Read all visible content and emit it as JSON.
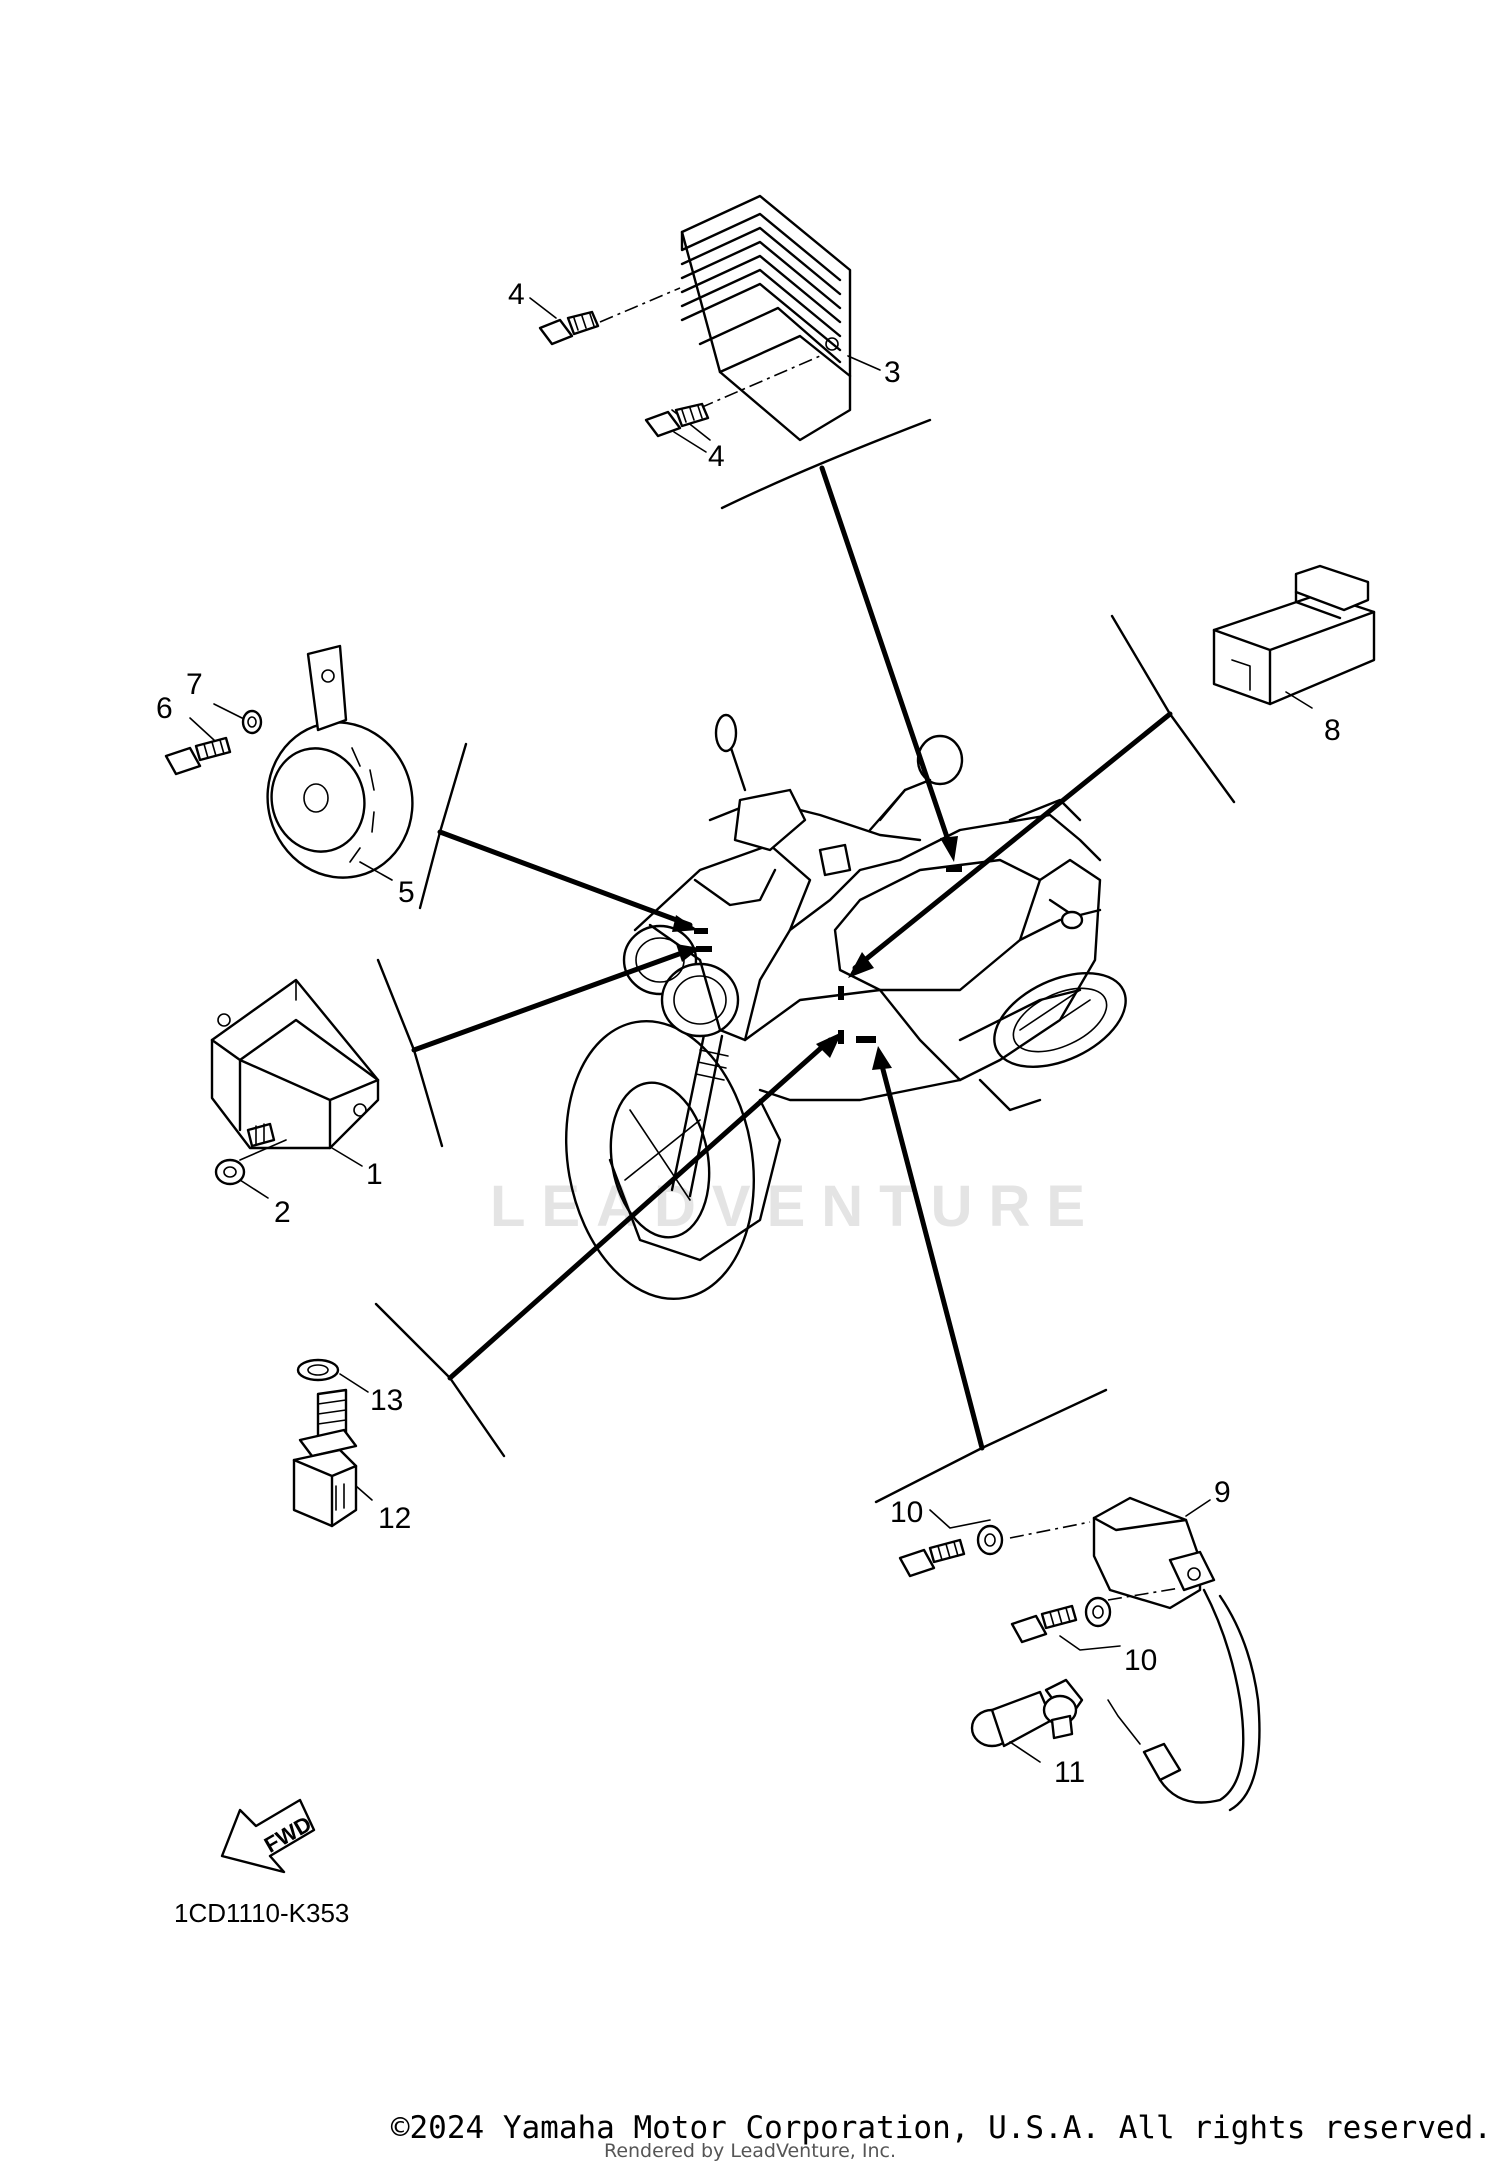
{
  "diagram": {
    "part_labels": {
      "p1": "1",
      "p2": "2",
      "p3": "3",
      "p4a": "4",
      "p4b": "4",
      "p5": "5",
      "p6": "6",
      "p7": "7",
      "p8": "8",
      "p9": "9",
      "p10a": "10",
      "p10b": "10",
      "p11": "11",
      "p12": "12",
      "p13": "13"
    },
    "diagram_code": "1CD1110-K353",
    "fwd_label": "FWD",
    "watermark": "LEADVENTURE",
    "icons": [
      "fwd-arrow-icon"
    ]
  },
  "footer": {
    "copyright": "©2024 Yamaha Motor Corporation, U.S.A. All rights reserved.",
    "rendered_by": "Rendered by LeadVenture, Inc."
  }
}
